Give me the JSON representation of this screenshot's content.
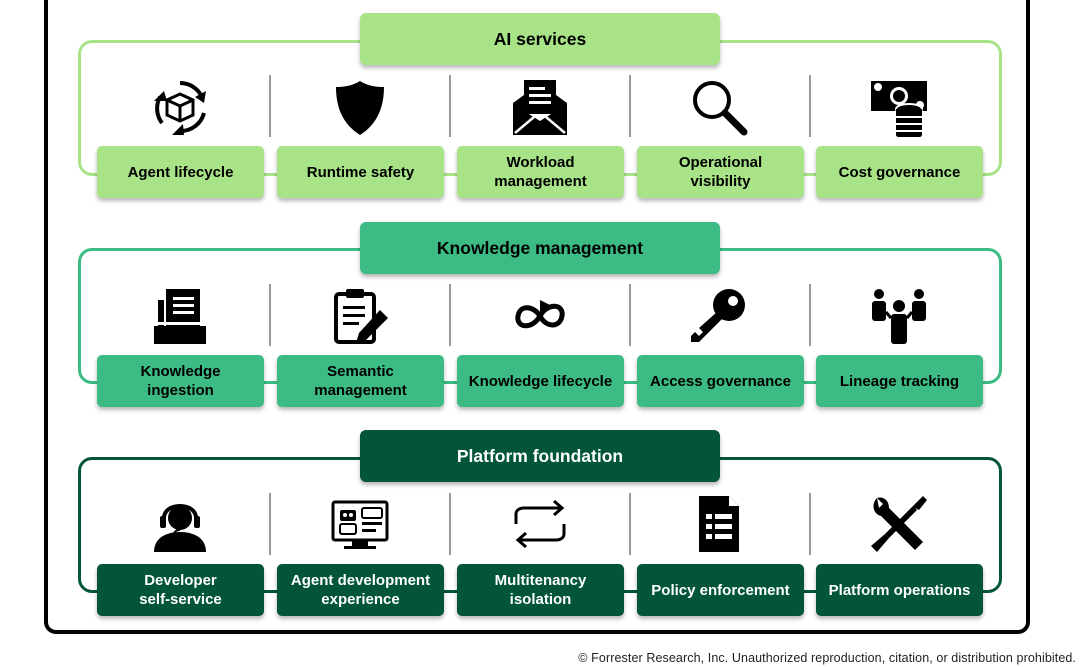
{
  "colors": {
    "light": "#a8e388",
    "medium": "#3cbb84",
    "dark": "#02553b",
    "outline": "#000000"
  },
  "bands": [
    {
      "title": "AI services",
      "theme": "light",
      "items": [
        {
          "label": "Agent lifecycle",
          "icon": "cycle-box-icon"
        },
        {
          "label": "Runtime safety",
          "icon": "shield-icon"
        },
        {
          "label": "Workload\nmanagement",
          "icon": "envelope-document-icon"
        },
        {
          "label": "Operational\nvisibility",
          "icon": "magnifier-icon"
        },
        {
          "label": "Cost governance",
          "icon": "money-coins-icon"
        }
      ]
    },
    {
      "title": "Knowledge management",
      "theme": "medium",
      "items": [
        {
          "label": "Knowledge\ningestion",
          "icon": "document-tray-icon"
        },
        {
          "label": "Semantic\nmanagement",
          "icon": "clipboard-pen-icon"
        },
        {
          "label": "Knowledge lifecycle",
          "icon": "infinity-loop-icon"
        },
        {
          "label": "Access governance",
          "icon": "key-icon"
        },
        {
          "label": "Lineage tracking",
          "icon": "people-hierarchy-icon"
        }
      ]
    },
    {
      "title": "Platform foundation",
      "theme": "dark",
      "items": [
        {
          "label": "Developer\nself-service",
          "icon": "headset-person-icon"
        },
        {
          "label": "Agent development\nexperience",
          "icon": "monitor-chat-icon"
        },
        {
          "label": "Multitenancy\nisolation",
          "icon": "swap-arrows-icon"
        },
        {
          "label": "Policy enforcement",
          "icon": "policy-document-icon"
        },
        {
          "label": "Platform operations",
          "icon": "wrench-screwdriver-icon"
        }
      ]
    }
  ],
  "footer": "© Forrester Research, Inc. Unauthorized reproduction, citation, or distribution prohibited."
}
